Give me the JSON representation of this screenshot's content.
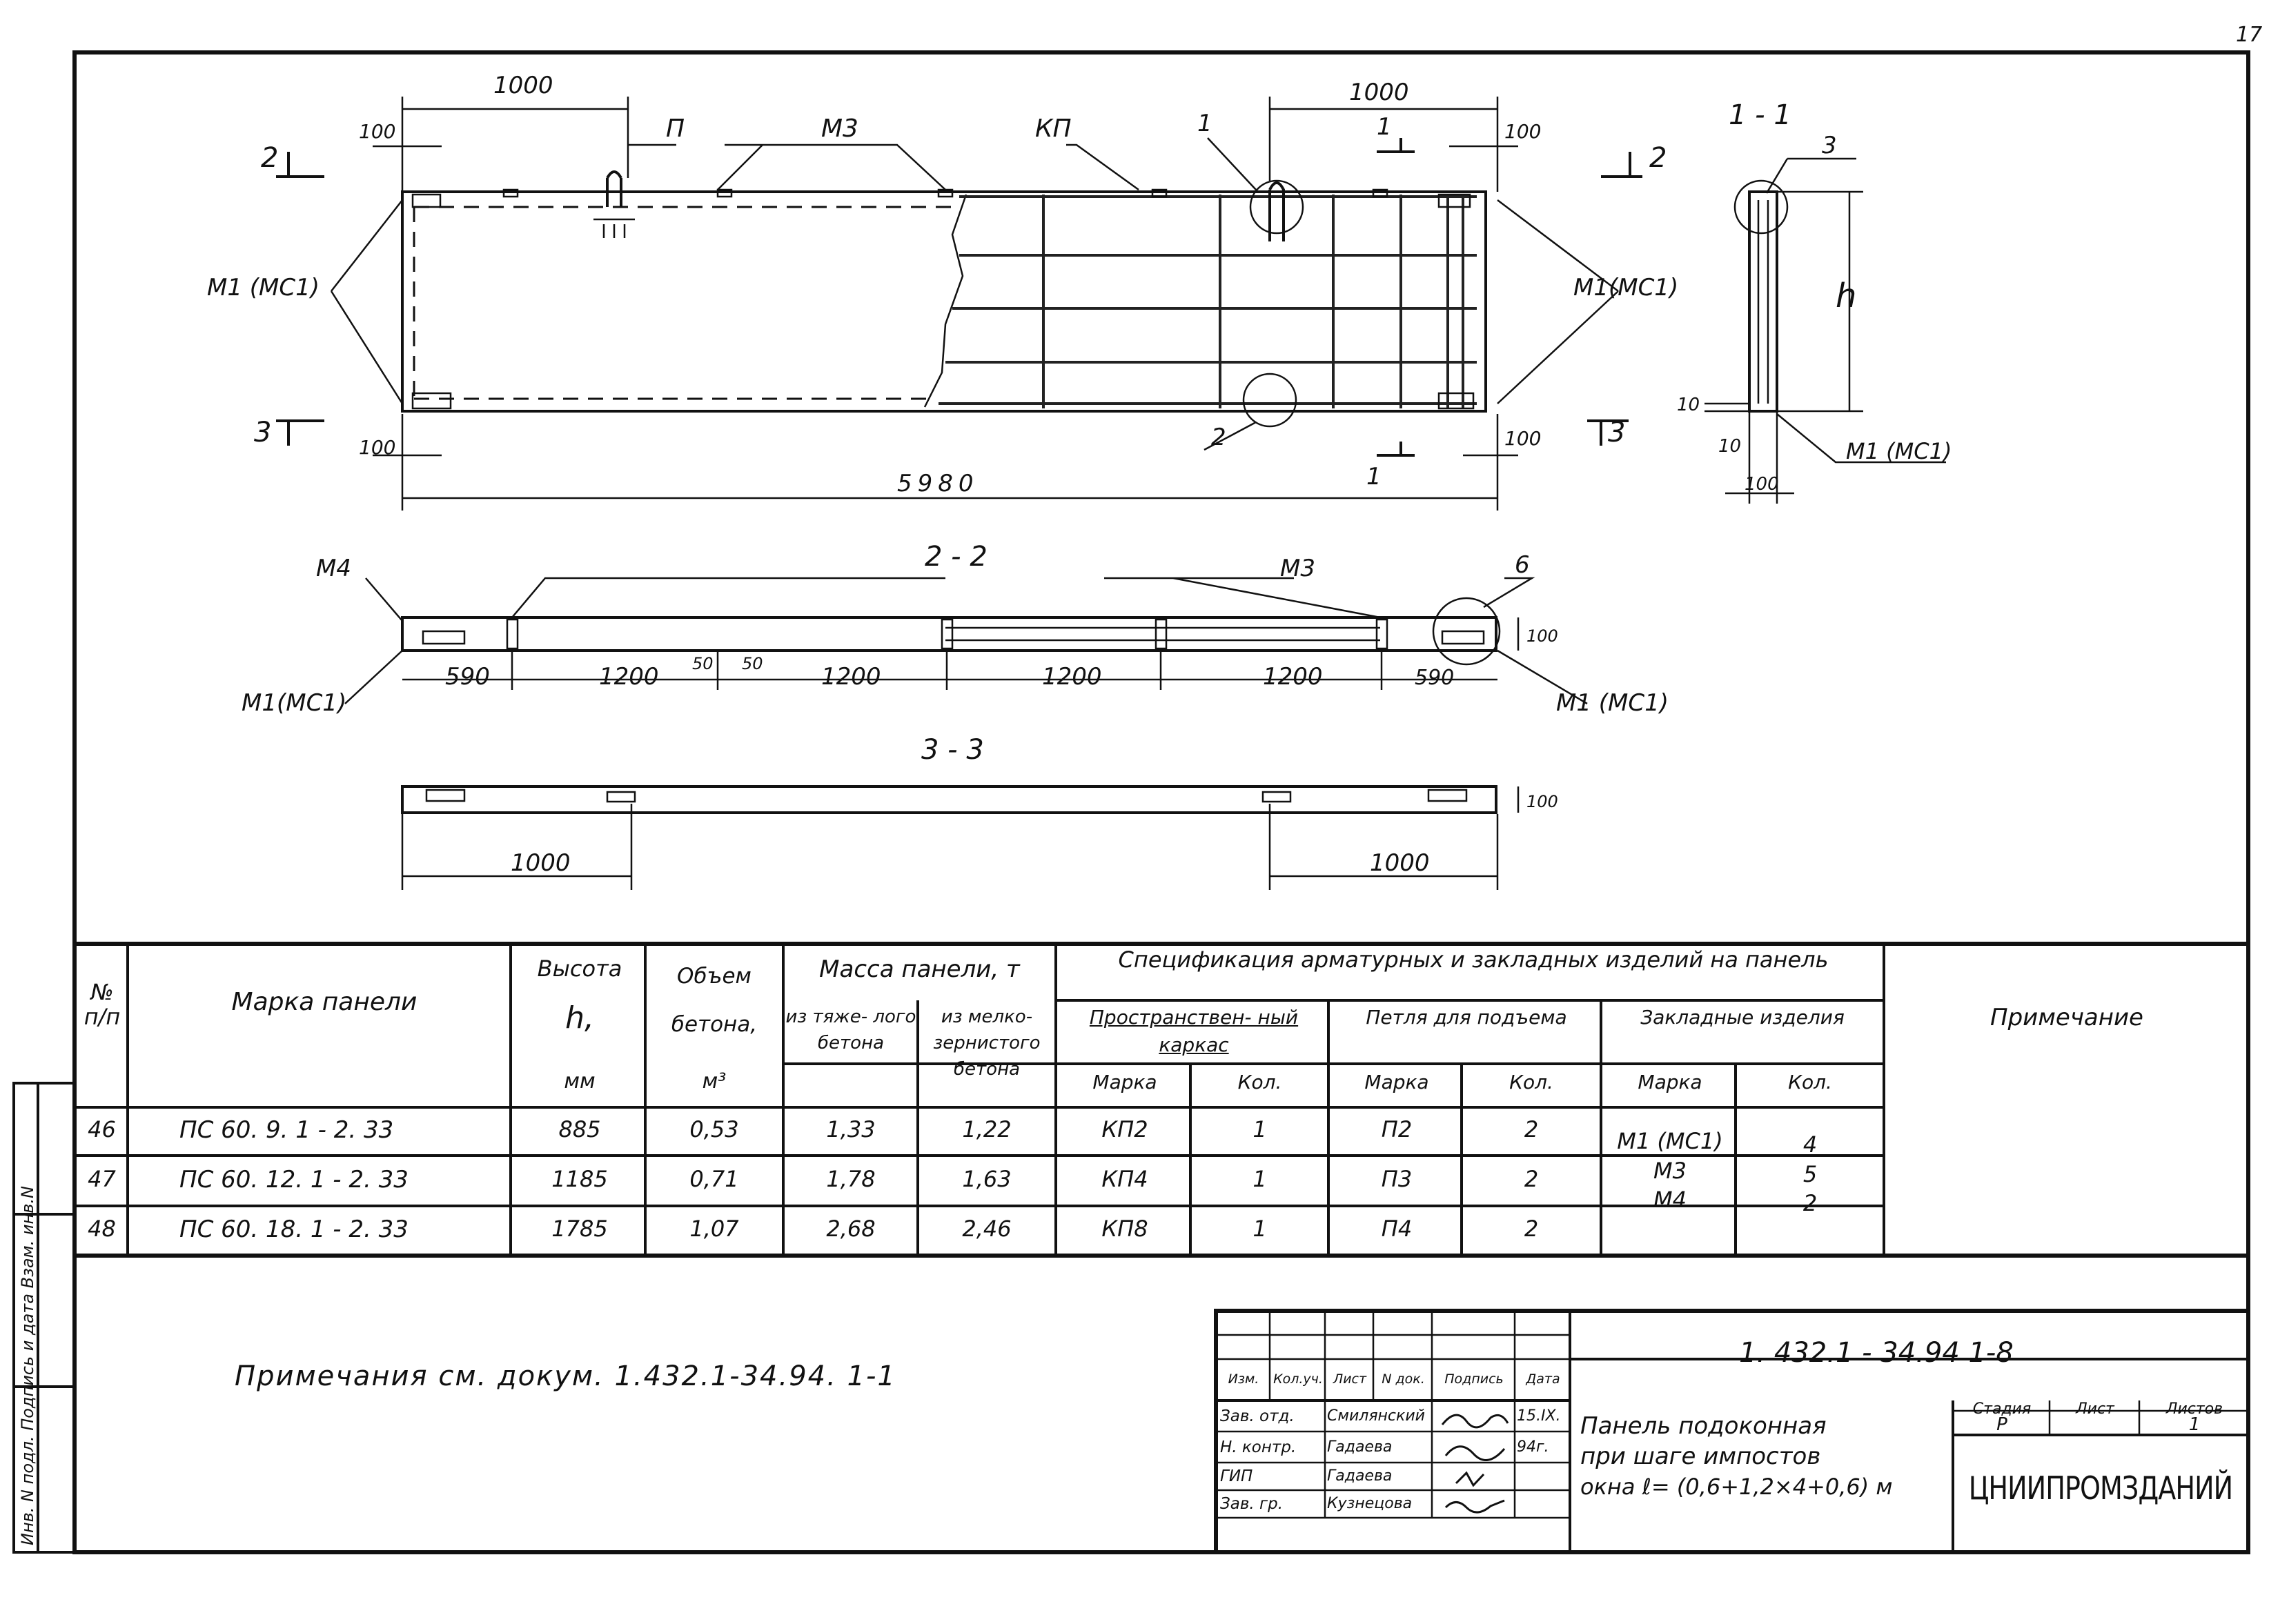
{
  "page_number": "17",
  "drawing": {
    "plan_dims": {
      "d1000_left": "1000",
      "d1000_right": "1000",
      "d100_tl": "100",
      "d100_tr": "100",
      "d100_bl": "100",
      "d100_br": "100",
      "d5980": "5980"
    },
    "labels": {
      "sec2_top": "2",
      "sec2_right": "2",
      "sec3_left": "3",
      "sec3_right": "3",
      "p": "П",
      "m3": "М3",
      "kp": "КП",
      "callout1": "1",
      "callout2": "2",
      "cut1_top": "1",
      "cut1_bottom": "1",
      "m1_left": "М1 (МС1)",
      "m1_right": "М1(МС1)"
    },
    "section_1_1": {
      "title": "1 - 1",
      "callout3": "3",
      "h": "h",
      "d10_a": "10",
      "d10_b": "10",
      "d100": "100",
      "m1": "М1 (МС1)"
    },
    "section_2_2": {
      "title": "2 - 2",
      "m4": "М4",
      "m3": "М3",
      "callout6": "6",
      "d590_l": "590",
      "d1200_1": "1200",
      "d50a": "50",
      "d50b": "50",
      "d1200_2": "1200",
      "d1200_3": "1200",
      "d1200_4": "1200",
      "d590_r": "590",
      "d100": "100",
      "m1_left": "М1(МС1)",
      "m1_right": "М1 (МС1)"
    },
    "section_3_3": {
      "title": "3 - 3",
      "d1000_l": "1000",
      "d1000_r": "1000",
      "d100": "100"
    }
  },
  "table": {
    "headers": {
      "num": "№ п/п",
      "mark": "Марка панели",
      "height": "Высота",
      "height_sym": "h,",
      "height_unit": "мм",
      "volume": "Объем бетона,",
      "volume_unit": "м³",
      "mass": "Масса панели, т",
      "mass_heavy": "из тяже- лого бетона",
      "mass_fine": "из мелко- зернистого бетона",
      "spec_title": "Спецификация арматурных и закладных изделий на панель",
      "frame": "Пространствен- ный каркас",
      "loop": "Петля для подъема",
      "embedded": "Закладные изделия",
      "mark_col": "Марка",
      "qty_col": "Кол.",
      "note": "Примечание"
    },
    "rows": [
      {
        "num": "46",
        "mark": "ПС 60. 9. 1 - 2. 33",
        "h": "885",
        "vol": "0,53",
        "m_heavy": "1,33",
        "m_fine": "1,22",
        "frame": "КП2",
        "frame_qty": "1",
        "loop": "П2",
        "loop_qty": "2"
      },
      {
        "num": "47",
        "mark": "ПС 60. 12. 1 - 2. 33",
        "h": "1185",
        "vol": "0,71",
        "m_heavy": "1,78",
        "m_fine": "1,63",
        "frame": "КП4",
        "frame_qty": "1",
        "loop": "П3",
        "loop_qty": "2"
      },
      {
        "num": "48",
        "mark": "ПС 60. 18. 1 - 2. 33",
        "h": "1785",
        "vol": "1,07",
        "m_heavy": "2,68",
        "m_fine": "2,46",
        "frame": "КП8",
        "frame_qty": "1",
        "loop": "П4",
        "loop_qty": "2"
      }
    ],
    "embedded_items": [
      {
        "mark": "М1 (МС1)",
        "qty": "4"
      },
      {
        "mark": "М3",
        "qty": "5"
      },
      {
        "mark": "М4",
        "qty": "2"
      }
    ]
  },
  "note_text": "Примечания см. докум. 1.432.1-34.94. 1-1",
  "side_stamp": "Инв. N подл. Подпись и дата Взам. инв.N",
  "title_block": {
    "doc_code": "1. 432.1 - 34.94 1-8",
    "col_headers": [
      "Изм.",
      "Кол.уч.",
      "Лист",
      "N док.",
      "Подпись",
      "Дата"
    ],
    "roles": [
      {
        "role": "Зав. отд.",
        "name": "Смилянский",
        "date": "15.IX."
      },
      {
        "role": "Н. контр.",
        "name": "Гадаева",
        "date": "94г."
      },
      {
        "role": "ГИП",
        "name": "Гадаева",
        "date": ""
      },
      {
        "role": "Зав. гр.",
        "name": "Кузнецова",
        "date": ""
      }
    ],
    "title_line1": "Панель подоконная",
    "title_line2": "при шаге импостов",
    "title_line3": "окна ℓ= (0,6+1,2×4+0,6) м",
    "stage_label": "Стадия",
    "sheet_label": "Лист",
    "sheets_label": "Листов",
    "stage": "Р",
    "sheet": "1",
    "org": "ЦНИИПРОМЗДАНИЙ"
  }
}
